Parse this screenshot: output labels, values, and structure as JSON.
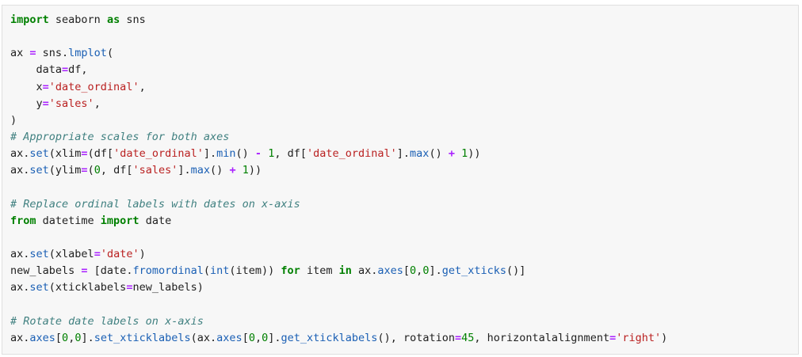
{
  "code_cell": {
    "lines": [
      [
        [
          "kw",
          "import"
        ],
        [
          "txt",
          " seaborn "
        ],
        [
          "kw",
          "as"
        ],
        [
          "txt",
          " sns"
        ]
      ],
      [],
      [
        [
          "txt",
          "ax "
        ],
        [
          "op",
          "="
        ],
        [
          "txt",
          " sns."
        ],
        [
          "fn",
          "lmplot"
        ],
        [
          "txt",
          "("
        ]
      ],
      [
        [
          "txt",
          "    data"
        ],
        [
          "op",
          "="
        ],
        [
          "txt",
          "df,"
        ]
      ],
      [
        [
          "txt",
          "    x"
        ],
        [
          "op",
          "="
        ],
        [
          "str",
          "'date_ordinal'"
        ],
        [
          "txt",
          ","
        ]
      ],
      [
        [
          "txt",
          "    y"
        ],
        [
          "op",
          "="
        ],
        [
          "str",
          "'sales'"
        ],
        [
          "txt",
          ","
        ]
      ],
      [
        [
          "txt",
          ")"
        ]
      ],
      [
        [
          "com",
          "# Appropriate scales for both axes"
        ]
      ],
      [
        [
          "txt",
          "ax."
        ],
        [
          "fn",
          "set"
        ],
        [
          "txt",
          "(xlim"
        ],
        [
          "op",
          "="
        ],
        [
          "txt",
          "(df["
        ],
        [
          "str",
          "'date_ordinal'"
        ],
        [
          "txt",
          "]."
        ],
        [
          "fn",
          "min"
        ],
        [
          "txt",
          "() "
        ],
        [
          "op",
          "-"
        ],
        [
          "txt",
          " "
        ],
        [
          "num",
          "1"
        ],
        [
          "txt",
          ", df["
        ],
        [
          "str",
          "'date_ordinal'"
        ],
        [
          "txt",
          "]."
        ],
        [
          "fn",
          "max"
        ],
        [
          "txt",
          "() "
        ],
        [
          "op",
          "+"
        ],
        [
          "txt",
          " "
        ],
        [
          "num",
          "1"
        ],
        [
          "txt",
          "))"
        ]
      ],
      [
        [
          "txt",
          "ax."
        ],
        [
          "fn",
          "set"
        ],
        [
          "txt",
          "(ylim"
        ],
        [
          "op",
          "="
        ],
        [
          "txt",
          "("
        ],
        [
          "num",
          "0"
        ],
        [
          "txt",
          ", df["
        ],
        [
          "str",
          "'sales'"
        ],
        [
          "txt",
          "]."
        ],
        [
          "fn",
          "max"
        ],
        [
          "txt",
          "() "
        ],
        [
          "op",
          "+"
        ],
        [
          "txt",
          " "
        ],
        [
          "num",
          "1"
        ],
        [
          "txt",
          "))"
        ]
      ],
      [],
      [
        [
          "com",
          "# Replace ordinal labels with dates on x-axis"
        ]
      ],
      [
        [
          "kw",
          "from"
        ],
        [
          "txt",
          " datetime "
        ],
        [
          "kw",
          "import"
        ],
        [
          "txt",
          " date"
        ]
      ],
      [],
      [
        [
          "txt",
          "ax."
        ],
        [
          "fn",
          "set"
        ],
        [
          "txt",
          "(xlabel"
        ],
        [
          "op",
          "="
        ],
        [
          "str",
          "'date'"
        ],
        [
          "txt",
          ")"
        ]
      ],
      [
        [
          "txt",
          "new_labels "
        ],
        [
          "op",
          "="
        ],
        [
          "txt",
          " [date."
        ],
        [
          "fn",
          "fromordinal"
        ],
        [
          "txt",
          "("
        ],
        [
          "fn",
          "int"
        ],
        [
          "txt",
          "(item)) "
        ],
        [
          "kw",
          "for"
        ],
        [
          "txt",
          " item "
        ],
        [
          "kw",
          "in"
        ],
        [
          "txt",
          " ax."
        ],
        [
          "attr",
          "axes"
        ],
        [
          "txt",
          "["
        ],
        [
          "num",
          "0"
        ],
        [
          "txt",
          ","
        ],
        [
          "num",
          "0"
        ],
        [
          "txt",
          "]."
        ],
        [
          "fn",
          "get_xticks"
        ],
        [
          "txt",
          "()]"
        ]
      ],
      [
        [
          "txt",
          "ax."
        ],
        [
          "fn",
          "set"
        ],
        [
          "txt",
          "(xticklabels"
        ],
        [
          "op",
          "="
        ],
        [
          "txt",
          "new_labels)"
        ]
      ],
      [],
      [
        [
          "com",
          "# Rotate date labels on x-axis"
        ]
      ],
      [
        [
          "txt",
          "ax."
        ],
        [
          "attr",
          "axes"
        ],
        [
          "txt",
          "["
        ],
        [
          "num",
          "0"
        ],
        [
          "txt",
          ","
        ],
        [
          "num",
          "0"
        ],
        [
          "txt",
          "]."
        ],
        [
          "fn",
          "set_xticklabels"
        ],
        [
          "txt",
          "(ax."
        ],
        [
          "attr",
          "axes"
        ],
        [
          "txt",
          "["
        ],
        [
          "num",
          "0"
        ],
        [
          "txt",
          ","
        ],
        [
          "num",
          "0"
        ],
        [
          "txt",
          "]."
        ],
        [
          "fn",
          "get_xticklabels"
        ],
        [
          "txt",
          "(), rotation"
        ],
        [
          "op",
          "="
        ],
        [
          "num",
          "45"
        ],
        [
          "txt",
          ", horizontalalignment"
        ],
        [
          "op",
          "="
        ],
        [
          "str",
          "'right'"
        ],
        [
          "txt",
          ")"
        ]
      ]
    ]
  }
}
